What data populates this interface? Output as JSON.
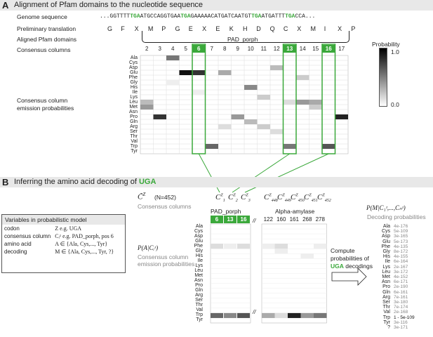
{
  "panel_a": {
    "letter": "A",
    "title": "Alignment of Pfam domains to the nucleotide sequence",
    "genome_label": "Genome sequence",
    "genome_seq": [
      "...GGTTTT",
      "TGA",
      "ATGCCAGGTGAA",
      "TGA",
      "GAAAAACATGATCAATGT",
      "TGA",
      "ATGATTT",
      "TGA",
      "CCA..."
    ],
    "translation_label": "Preliminary translation",
    "translation": [
      "G",
      "F",
      "X",
      "M",
      "P",
      "G",
      "E",
      "X",
      "E",
      "K",
      "H",
      "D",
      "Q",
      "C",
      "X",
      "M",
      "I",
      "X",
      "P"
    ],
    "aligned_label": "Aligned Pfam domains",
    "domain_name": "PAD_porph",
    "consensus_label": "Consensus columns",
    "columns": [
      "2",
      "3",
      "4",
      "5",
      "6",
      "7",
      "8",
      "9",
      "10",
      "11",
      "12",
      "13",
      "14",
      "15",
      "16",
      "17"
    ],
    "highlight_columns": [
      "6",
      "13",
      "16"
    ],
    "emission_label_1": "Consensus column",
    "emission_label_2": "emission probabilities",
    "amino_acids": [
      "Ala",
      "Cys",
      "Asp",
      "Glu",
      "Phe",
      "Gly",
      "His",
      "Ile",
      "Lys",
      "Leu",
      "Met",
      "Asn",
      "Pro",
      "Gln",
      "Arg",
      "Ser",
      "Thr",
      "Val",
      "Trp",
      "Tyr"
    ],
    "colorbar_title": "Probability",
    "colorbar_max": "1.0",
    "colorbar_min": "0.0"
  },
  "panel_b": {
    "letter": "B",
    "title_pre": "Inferring the amino acid decoding of ",
    "title_codon": "UGA",
    "c_tilde": "C̃",
    "c_tilde_sup": "Z",
    "c_tilde_n": "(N=452)",
    "consensus_columns_label": "Consensus columns",
    "c_sym": "C",
    "c_sup": "Z",
    "c_top_subs": [
      "1",
      "2",
      "3"
    ],
    "c_right_subs": [
      "448",
      "449",
      "450",
      "451",
      "452"
    ],
    "pad_label": "PAD_porph",
    "pad_cols": [
      "6",
      "13",
      "16"
    ],
    "alpha_label": "Alpha-amylase",
    "alpha_cols": [
      "122",
      "160",
      "161",
      "268",
      "278"
    ],
    "break_mark": "//",
    "vars_title": "Variables in probabilistic model",
    "vars": [
      {
        "name": "codon",
        "desc": "Z  e.g. UGA"
      },
      {
        "name": "consensus column",
        "desc": "Cᵢᶻ e.g. PAD_porph, pos 6"
      },
      {
        "name": "amino acid",
        "desc": "A ∈ {Ala, Cys,..., Tyr}"
      },
      {
        "name": "decoding",
        "desc": "M ∈ {Ala, Cys,..., Tyr, ?}"
      }
    ],
    "emis_formula": "P(A|Cᵢᶻ)",
    "emis_label_1": "Consensus column",
    "emis_label_2": "emission probabilities",
    "compute_1": "Compute",
    "compute_2": "probabilities of",
    "compute_codon": "UGA",
    "compute_3": " decodings",
    "post_formula": "P(M|C₁ᶻ,...,Cₙᶻ)",
    "decoding_label": "Decoding probabilities",
    "amino_acids_b": [
      "Ala",
      "Cys",
      "Asp",
      "Glu",
      "Phe",
      "Gly",
      "His",
      "Ile",
      "Lys",
      "Leu",
      "Met",
      "Asn",
      "Pro",
      "Gln",
      "Arg",
      "Ser",
      "Thr",
      "Val",
      "Trp",
      "Tyr",
      "?"
    ],
    "decoding_probs": [
      "4e-176",
      "5e-109",
      "3e-165",
      "5e-173",
      "4e-135",
      "8e-172",
      "4e-155",
      "6e-164",
      "2e-167",
      "3e-172",
      "4e-152",
      "6e-171",
      "2e-190",
      "6e-161",
      "7e-161",
      "3e-180",
      "7e-174",
      "2e-168",
      "1 - 5e-109",
      "3e-116",
      "3e-171"
    ]
  },
  "colors": {
    "green": "#3aa83a",
    "header_bg": "#e8e8e8"
  }
}
